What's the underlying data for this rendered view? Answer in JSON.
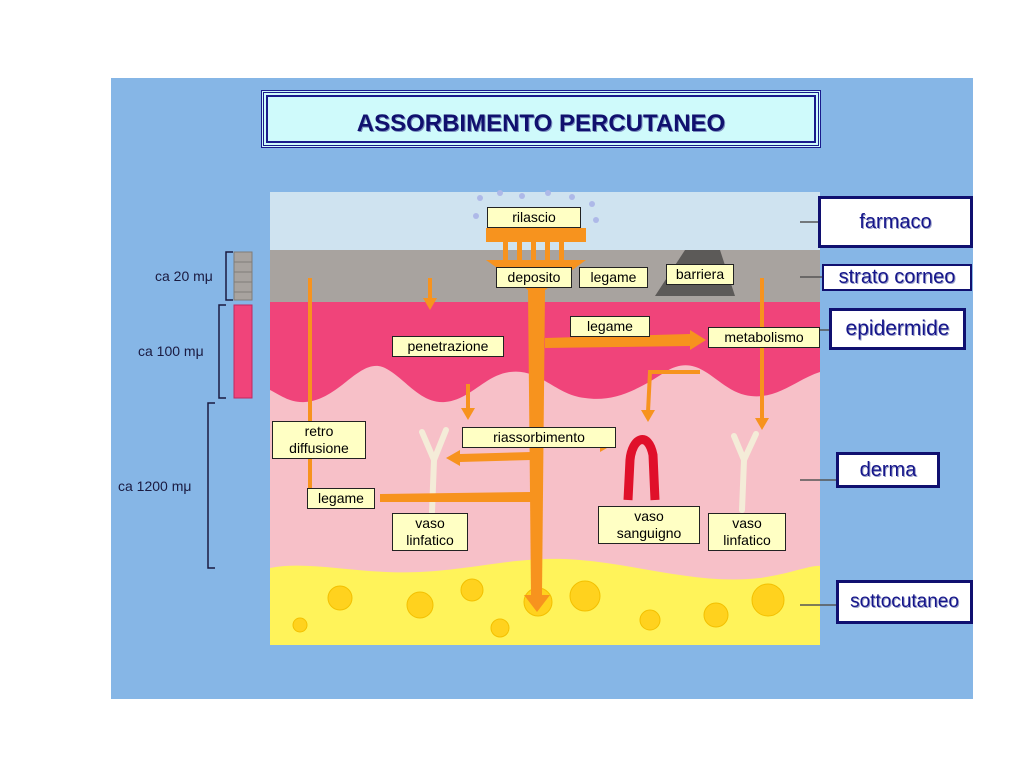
{
  "title": "ASSORBIMENTO PERCUTANEO",
  "scale_labels": {
    "stratum": "ca 20 mμ",
    "epidermis": "ca 100 mμ",
    "dermis": "ca 1200 mμ"
  },
  "process_labels": {
    "rilascio": "rilascio",
    "deposito": "deposito",
    "legame_top": "legame",
    "barriera": "barriera",
    "legame_mid": "legame",
    "metabolismo": "metabolismo",
    "penetrazione": "penetrazione",
    "retro_line1": "retro",
    "retro_line2": "diffusione",
    "riassorbimento": "riassorbimento",
    "legame_low": "legame",
    "vaso_linf_left_1": "vaso",
    "vaso_linf_left_2": "linfatico",
    "vaso_sang_1": "vaso",
    "vaso_sang_2": "sanguigno",
    "vaso_linf_right_1": "vaso",
    "vaso_linf_right_2": "linfatico"
  },
  "layer_labels": {
    "farmaco": "farmaco",
    "strato_corneo": "strato corneo",
    "epidermide": "epidermide",
    "derma": "derma",
    "sottocutaneo": "sottocutaneo"
  },
  "colors": {
    "background_panel": "#86b6e6",
    "drug_layer": "#cfe3f0",
    "stratum_corneum": "#a8a39f",
    "epidermis": "#f0447a",
    "dermis": "#f7c0c8",
    "subcutis": "#fff35a",
    "arrows": "#f7931e",
    "blood_vessel": "#e0102a"
  }
}
